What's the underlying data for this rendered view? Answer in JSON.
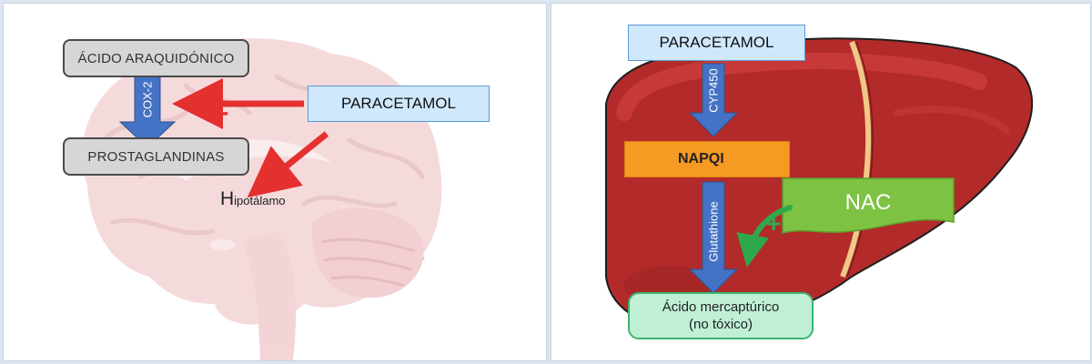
{
  "left_panel": {
    "source_box": "ÁCIDO ARAQUIDÓNICO",
    "enzyme_label": "COX-2",
    "product_box": "PROSTAGLANDINAS",
    "drug_box": "PARACETAMOL",
    "inhibition_sign": "-",
    "target_initial": "H",
    "target_rest": "ipotálamo"
  },
  "right_panel": {
    "drug_box": "PARACETAMOL",
    "enzyme_label": "CYP450",
    "metabolite_box": "NAPQI",
    "conjugate_label": "Glutathione",
    "antidote_box": "NAC",
    "promotion_sign": "+",
    "product_line1": "Ácido mercaptúrico",
    "product_line2": "(no tóxico)"
  },
  "colors": {
    "brain_fill": "#eebdc0",
    "liver_fill": "#b32a2a",
    "arrow_blue": "#4472c4",
    "inhibit_red": "#e53030",
    "nac_green": "#7dc243",
    "napqi_orange": "#f59a23"
  }
}
